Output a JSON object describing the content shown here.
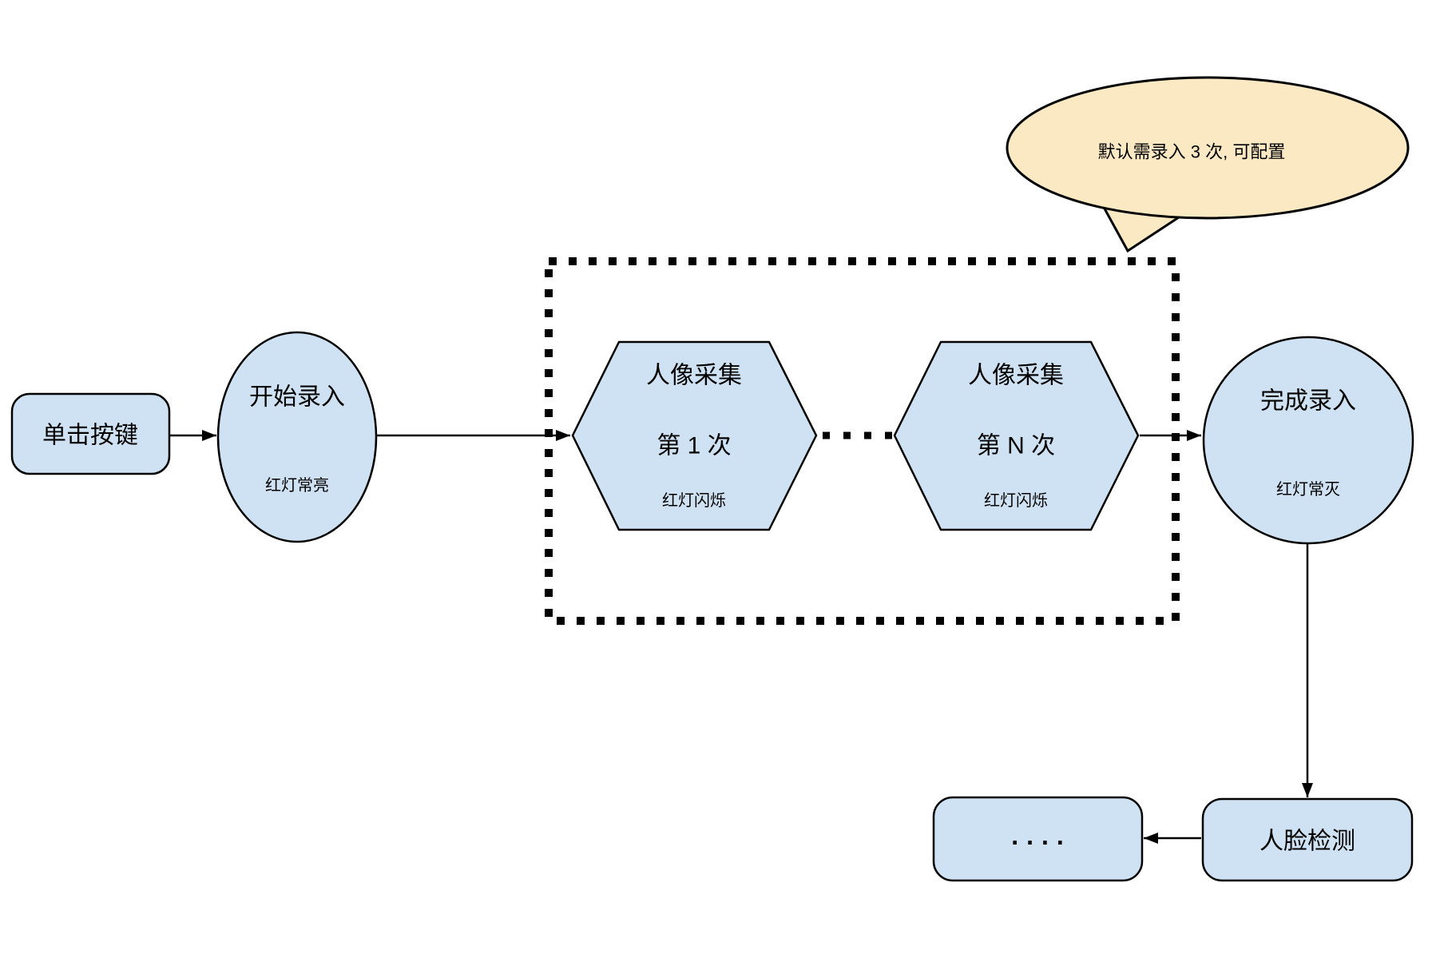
{
  "colors": {
    "node_fill": "#cfe2f3",
    "callout_fill": "#fbe9c4",
    "line_color": "#000000",
    "background": "#ffffff"
  },
  "callout": {
    "text": "默认需录入 3 次, 可配置"
  },
  "nodes": {
    "click_button": {
      "label": "单击按键"
    },
    "start_entry": {
      "label": "开始录入",
      "status": "红灯常亮"
    },
    "capture_1": {
      "title": "人像采集",
      "count": "第 1 次",
      "status": "红灯闪烁"
    },
    "capture_n": {
      "title": "人像采集",
      "count": "第 N 次",
      "status": "红灯闪烁"
    },
    "finish_entry": {
      "label": "完成录入",
      "status": "红灯常灭"
    },
    "face_detection": {
      "label": "人脸检测"
    },
    "more_steps": {
      "label": "...."
    }
  }
}
